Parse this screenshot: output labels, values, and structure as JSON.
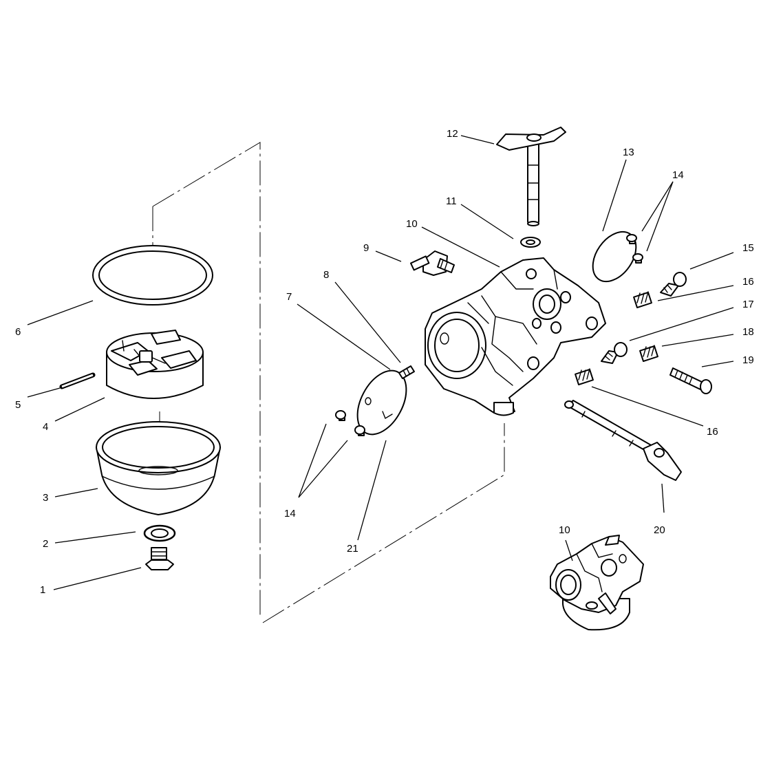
{
  "figure": {
    "labels": [
      {
        "id": "l1",
        "text": "1"
      },
      {
        "id": "l2",
        "text": "2"
      },
      {
        "id": "l3",
        "text": "3"
      },
      {
        "id": "l4",
        "text": "4"
      },
      {
        "id": "l5",
        "text": "5"
      },
      {
        "id": "l6",
        "text": "6"
      },
      {
        "id": "l7",
        "text": "7"
      },
      {
        "id": "l8",
        "text": "8"
      },
      {
        "id": "l9",
        "text": "9"
      },
      {
        "id": "l10a",
        "text": "10"
      },
      {
        "id": "l10b",
        "text": "10"
      },
      {
        "id": "l11",
        "text": "11"
      },
      {
        "id": "l12",
        "text": "12"
      },
      {
        "id": "l13",
        "text": "13"
      },
      {
        "id": "l14a",
        "text": "14"
      },
      {
        "id": "l14b",
        "text": "14"
      },
      {
        "id": "l15",
        "text": "15"
      },
      {
        "id": "l16a",
        "text": "16"
      },
      {
        "id": "l16b",
        "text": "16"
      },
      {
        "id": "l17",
        "text": "17"
      },
      {
        "id": "l18",
        "text": "18"
      },
      {
        "id": "l19",
        "text": "19"
      },
      {
        "id": "l20",
        "text": "20"
      },
      {
        "id": "l21",
        "text": "21"
      }
    ]
  },
  "colors": {
    "ink": "#000000",
    "paper": "#ffffff"
  }
}
